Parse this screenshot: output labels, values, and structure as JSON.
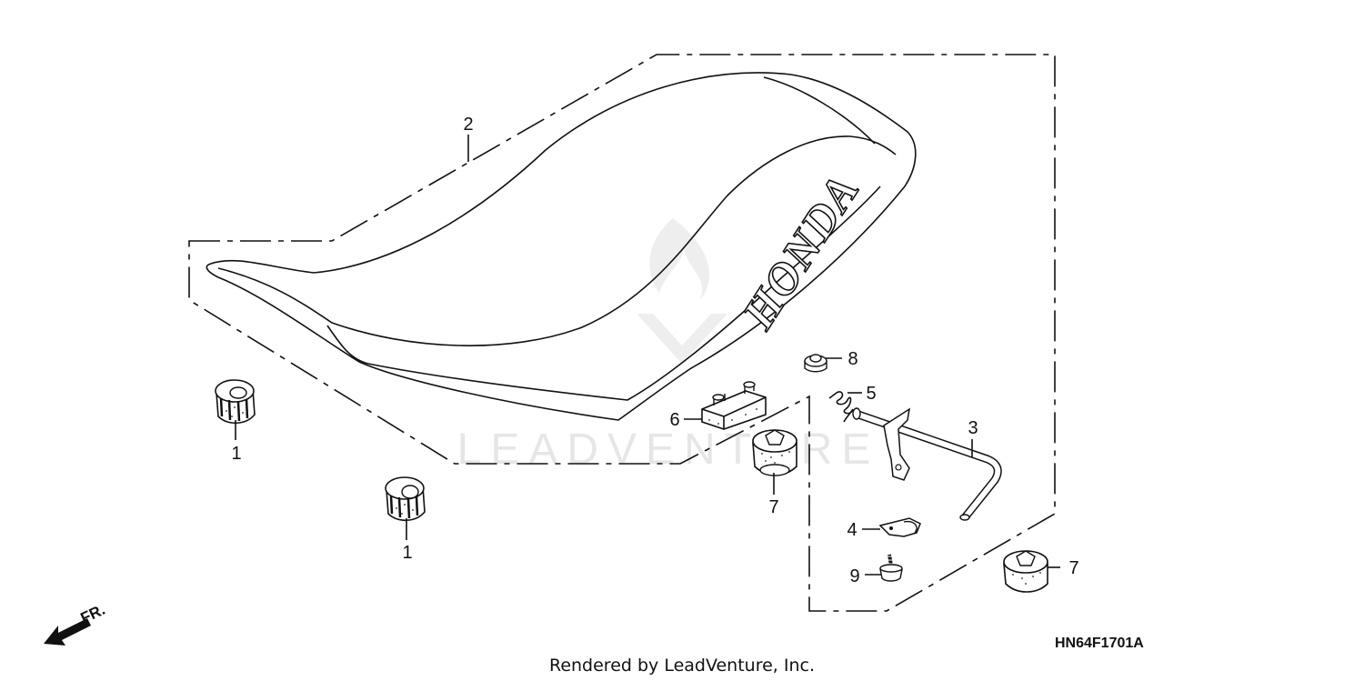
{
  "diagram": {
    "callouts": [
      {
        "id": "c1a",
        "label": "1"
      },
      {
        "id": "c1b",
        "label": "1"
      },
      {
        "id": "c2",
        "label": "2"
      },
      {
        "id": "c3",
        "label": "3"
      },
      {
        "id": "c4",
        "label": "4"
      },
      {
        "id": "c5",
        "label": "5"
      },
      {
        "id": "c6",
        "label": "6"
      },
      {
        "id": "c7a",
        "label": "7"
      },
      {
        "id": "c7b",
        "label": "7"
      },
      {
        "id": "c8",
        "label": "8"
      },
      {
        "id": "c9",
        "label": "9"
      }
    ],
    "seat_brand": "HONDA",
    "direction_label": "FR.",
    "drawing_code": "HN64F1701A",
    "credit": "Rendered by LeadVenture, Inc.",
    "watermark": "LEADVENTURE"
  },
  "colors": {
    "line": "#111111",
    "background": "#ffffff",
    "watermark": "#e6e6e6",
    "stipple": "#555555"
  }
}
